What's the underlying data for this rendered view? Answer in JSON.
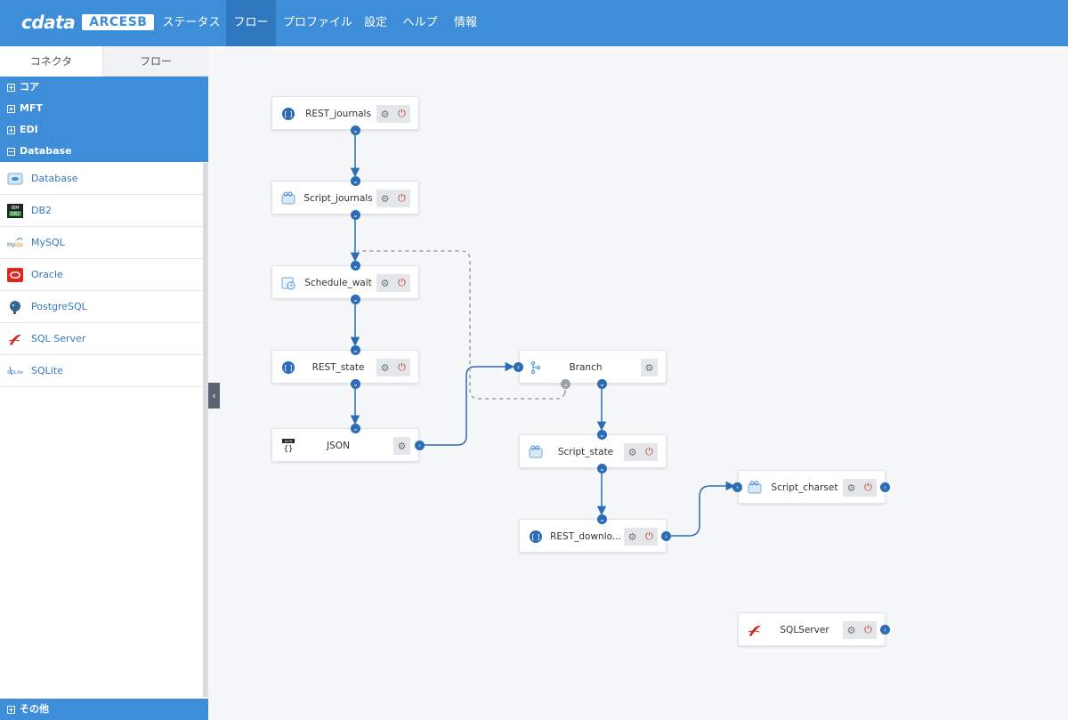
{
  "header": {
    "logo_brand": "cdata",
    "logo_product": "ARCESB",
    "nav": [
      {
        "label": "ステータス",
        "active": false
      },
      {
        "label": "フロー",
        "active": true
      },
      {
        "label": "プロファイル",
        "active": false
      },
      {
        "label": "設定",
        "active": false
      },
      {
        "label": "ヘルプ",
        "active": false
      },
      {
        "label": "情報",
        "active": false
      }
    ]
  },
  "sidebar": {
    "tabs": [
      "コネクタ",
      "フロー"
    ],
    "categories": [
      {
        "label": "コア",
        "expanded": false
      },
      {
        "label": "MFT",
        "expanded": false
      },
      {
        "label": "EDI",
        "expanded": false
      },
      {
        "label": "Database",
        "expanded": true
      }
    ],
    "connectors": [
      {
        "label": "Database",
        "icon": "database-icon"
      },
      {
        "label": "DB2",
        "icon": "db2-icon"
      },
      {
        "label": "MySQL",
        "icon": "mysql-icon"
      },
      {
        "label": "Oracle",
        "icon": "oracle-icon"
      },
      {
        "label": "PostgreSQL",
        "icon": "postgresql-icon"
      },
      {
        "label": "SQL Server",
        "icon": "sqlserver-icon"
      },
      {
        "label": "SQLite",
        "icon": "sqlite-icon"
      }
    ],
    "other_category": "その他",
    "collapse_glyph": "‹"
  },
  "flow": {
    "nodes": [
      {
        "id": "rest_journals",
        "label": "REST_journals",
        "icon": "rest-icon"
      },
      {
        "id": "script_journals",
        "label": "Script_journals",
        "icon": "script-icon"
      },
      {
        "id": "schedule_wait",
        "label": "Schedule_wait",
        "icon": "schedule-icon"
      },
      {
        "id": "rest_state",
        "label": "REST_state",
        "icon": "rest-icon"
      },
      {
        "id": "json",
        "label": "JSON",
        "icon": "json-icon"
      },
      {
        "id": "branch",
        "label": "Branch",
        "icon": "branch-icon"
      },
      {
        "id": "script_state",
        "label": "Script_state",
        "icon": "script-icon"
      },
      {
        "id": "rest_download",
        "label": "REST_downlo...",
        "icon": "rest-icon"
      },
      {
        "id": "script_charset",
        "label": "Script_charset",
        "icon": "script-icon"
      },
      {
        "id": "sqlserver",
        "label": "SQLServer",
        "icon": "sqlserver-icon"
      }
    ],
    "colors": {
      "accent": "#3e8dd8",
      "wire": "#2a6cb6",
      "wire_dashed": "#9aa1a8",
      "power": "#c0392b"
    }
  }
}
